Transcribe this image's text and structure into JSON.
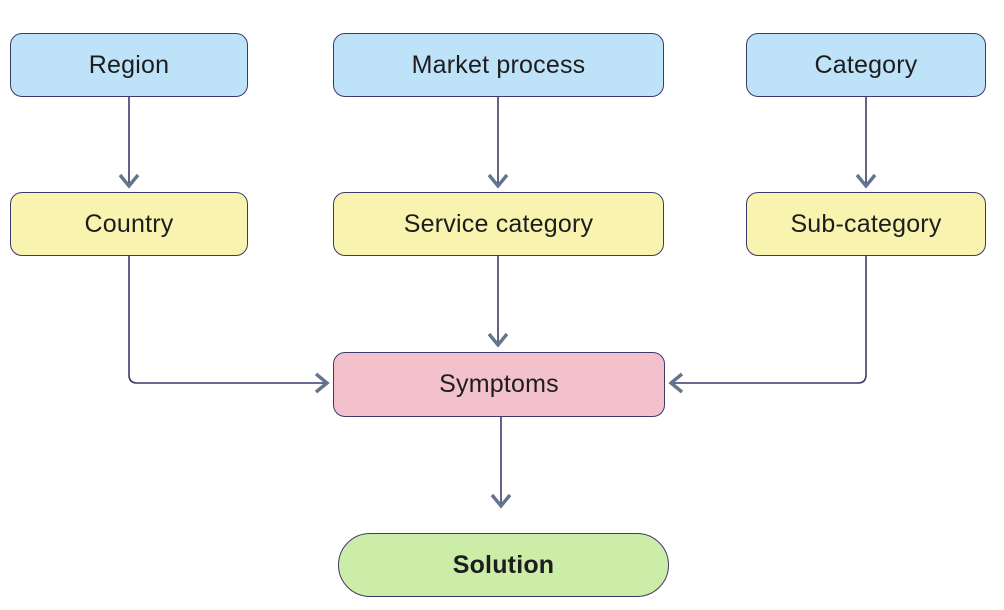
{
  "diagram": {
    "type": "flowchart",
    "nodes": {
      "region": {
        "label": "Region",
        "fill": "#bee3f8"
      },
      "market_process": {
        "label": "Market process",
        "fill": "#bee3f8"
      },
      "category": {
        "label": "Category",
        "fill": "#bee3f8"
      },
      "country": {
        "label": "Country",
        "fill": "#f8f3ae"
      },
      "service_category": {
        "label": "Service category",
        "fill": "#f8f3ae"
      },
      "sub_category": {
        "label": "Sub-category",
        "fill": "#f8f3ae"
      },
      "symptoms": {
        "label": "Symptoms",
        "fill": "#f3c1cc"
      },
      "solution": {
        "label": "Solution",
        "fill": "#cbeda8"
      }
    },
    "edges": [
      {
        "from": "Region",
        "to": "Country"
      },
      {
        "from": "Market process",
        "to": "Service category"
      },
      {
        "from": "Category",
        "to": "Sub-category"
      },
      {
        "from": "Country",
        "to": "Symptoms"
      },
      {
        "from": "Service category",
        "to": "Symptoms"
      },
      {
        "from": "Sub-category",
        "to": "Symptoms"
      },
      {
        "from": "Symptoms",
        "to": "Solution"
      }
    ],
    "colors": {
      "node_border": "#3c3a6b",
      "edge_line": "#3c3a6b",
      "arrowhead": "#64748b",
      "text": "#1d1d1f",
      "background": "#ffffff"
    }
  }
}
